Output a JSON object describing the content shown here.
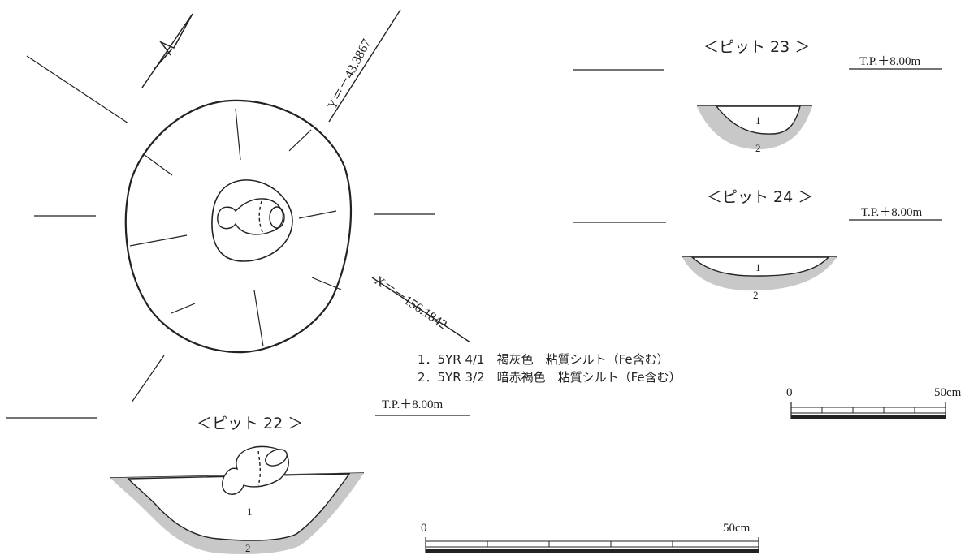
{
  "plan": {
    "coord_y": "Y＝－43.3867",
    "coord_x": "X＝－156.1842"
  },
  "sections": [
    {
      "title": "＜ピット 22 ＞",
      "datum": "T.P.＋8.00m",
      "layers": [
        "1",
        "2"
      ]
    },
    {
      "title": "＜ピット 23 ＞",
      "datum": "T.P.＋8.00m",
      "layers": [
        "1",
        "2"
      ]
    },
    {
      "title": "＜ピット 24 ＞",
      "datum": "T.P.＋8.00m",
      "layers": [
        "1",
        "2"
      ]
    }
  ],
  "legend": [
    "1．5YR 4/1　褐灰色　粘質シルト（Fe含む）",
    "2．5YR 3/2　暗赤褐色　粘質シルト（Fe含む）"
  ],
  "scales": [
    {
      "start": "0",
      "end": "50cm"
    },
    {
      "start": "0",
      "end": "50cm"
    }
  ],
  "colors": {
    "line": "#222222",
    "fill_layer2": "#c8c8c8",
    "background": "#ffffff"
  }
}
